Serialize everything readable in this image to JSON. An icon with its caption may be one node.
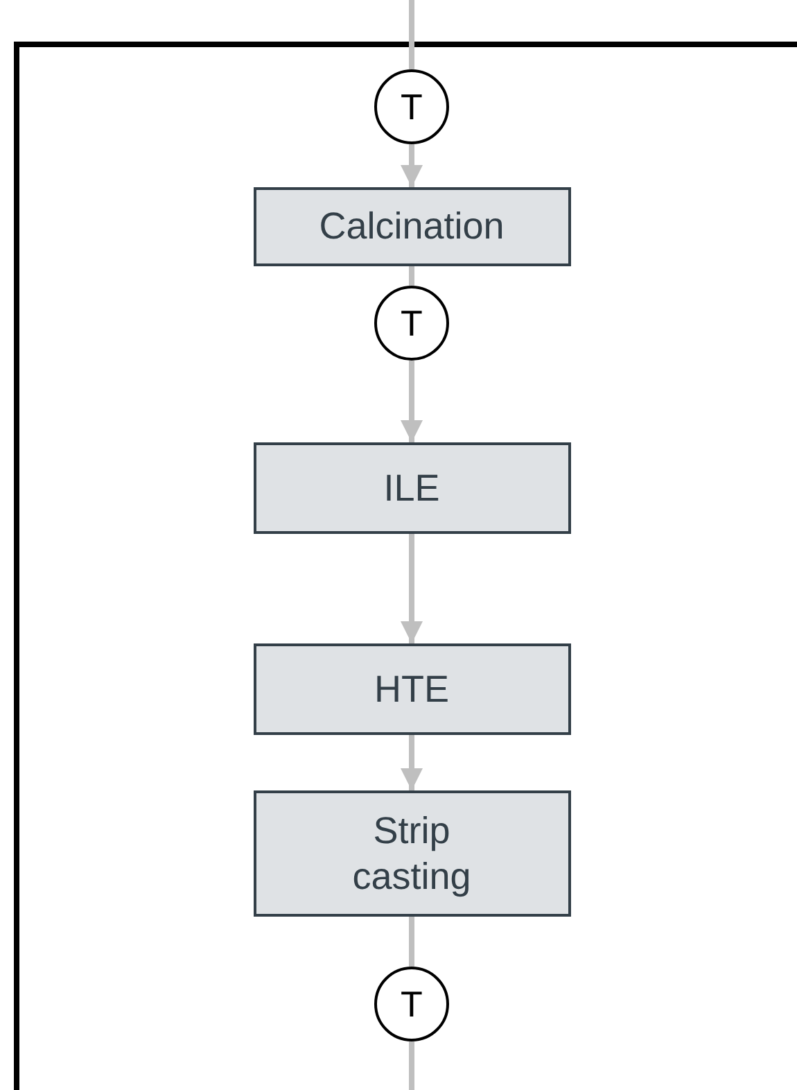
{
  "diagram": {
    "nodes": [
      {
        "text": [
          "T"
        ]
      },
      {
        "text": [
          "Calcination"
        ]
      },
      {
        "text": [
          "T"
        ]
      },
      {
        "text": [
          "ILE"
        ]
      },
      {
        "text": [
          "HTE"
        ]
      },
      {
        "text": [
          "Strip casting"
        ]
      },
      {
        "text": [
          "T"
        ]
      }
    ],
    "edges": [
      {
        "from": null,
        "to": 0,
        "arrow": "none"
      },
      {
        "from": 0,
        "to": 1,
        "arrow": "to"
      },
      {
        "from": 1,
        "to": 2,
        "arrow": "none"
      },
      {
        "from": 2,
        "to": 3,
        "arrow": "to"
      },
      {
        "from": 3,
        "to": 4,
        "arrow": "to"
      },
      {
        "from": 4,
        "to": 5,
        "arrow": "to"
      },
      {
        "from": 5,
        "to": 6,
        "arrow": "none"
      },
      {
        "from": 6,
        "to": null,
        "arrow": "none"
      }
    ]
  }
}
